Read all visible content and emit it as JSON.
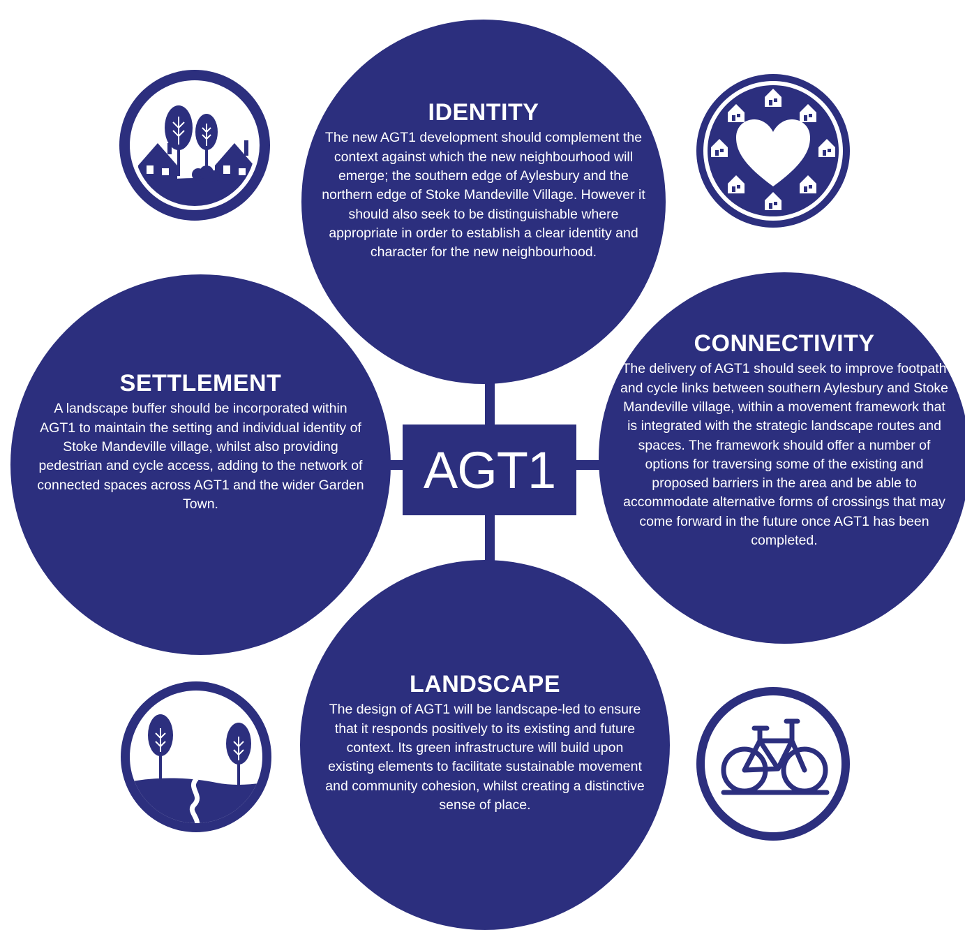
{
  "center": {
    "label": "AGT1"
  },
  "identity": {
    "title": "IDENTITY",
    "body": "The new AGT1 development should complement the context against which the new neighbourhood will emerge; the southern edge of Aylesbury and the northern edge of Stoke Mandeville Village. However it should also seek to be distinguishable where appropriate in order to establish a clear identity and character for the new neighbourhood."
  },
  "settlement": {
    "title": "SETTLEMENT",
    "body": "A landscape buffer should be incorporated within AGT1 to maintain the setting and individual identity of Stoke Mandeville village, whilst also providing pedestrian and cycle access, adding to the network of connected spaces across AGT1 and the wider Garden Town."
  },
  "connectivity": {
    "title": "CONNECTIVITY",
    "body": "The delivery of AGT1 should seek to improve footpath and cycle links between southern Aylesbury and Stoke Mandeville village, within a movement framework that is integrated with the strategic landscape routes and spaces. The framework should offer a number of options for traversing some of the existing and proposed barriers in the area and be able to accommodate alternative forms of crossings that may come forward in the future once AGT1 has been completed."
  },
  "landscape": {
    "title": "LANDSCAPE",
    "body": "The design of AGT1 will be landscape-led to ensure that it responds positively to its existing and future context.  Its green infrastructure will build upon existing elements to facilitate sustainable movement and community cohesion, whilst creating a distinctive sense of place."
  },
  "icons": [
    "houses-and-trees-icon",
    "heart-and-houses-icon",
    "trees-and-river-icon",
    "bicycle-icon"
  ],
  "colors": {
    "primary": "#2c2f7e",
    "background": "#ffffff"
  }
}
